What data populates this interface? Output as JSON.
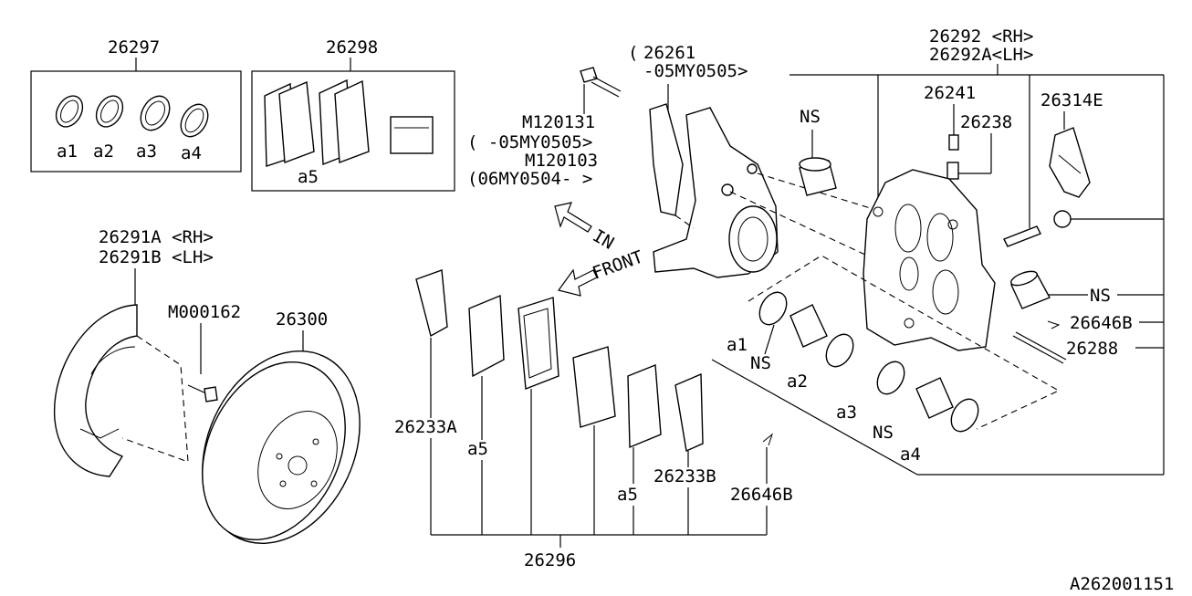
{
  "labels": {
    "p26297": "26297",
    "p26298": "26298",
    "p26261": "26261",
    "p26261_note": "-05MY0505>",
    "p26261_paren": "(",
    "p26292": "26292 <RH>",
    "p26292A": "26292A<LH>",
    "p26241": "26241",
    "p26238": "26238",
    "p26314E": "26314E",
    "ns1": "NS",
    "ns2": "NS",
    "ns3": "NS",
    "ns4": "NS",
    "m120131": "M120131",
    "m120131_note": "(   -05MY0505>",
    "m120103": "M120103",
    "m120103_note": "(06MY0504-    >",
    "in_arrow": "IN",
    "front_arrow": "FRONT",
    "p26291A": "26291A <RH>",
    "p26291B": "26291B <LH>",
    "m000162": "M000162",
    "p26300": "26300",
    "p26233A": "26233A",
    "a5_left": "a5",
    "a5_right": "a5",
    "p26233B": "26233B",
    "p26646B_bottom": "26646B",
    "p26296": "26296",
    "p26646B_right": "26646B",
    "p26288": "26288",
    "kit_a1": "a1",
    "kit_a2": "a2",
    "kit_a3": "a3",
    "kit_a4": "a4",
    "kit_a5": "a5",
    "cal_a1": "a1",
    "cal_a2": "a2",
    "cal_a3": "a3",
    "cal_a4": "a4",
    "ref_code": "A262001151"
  }
}
